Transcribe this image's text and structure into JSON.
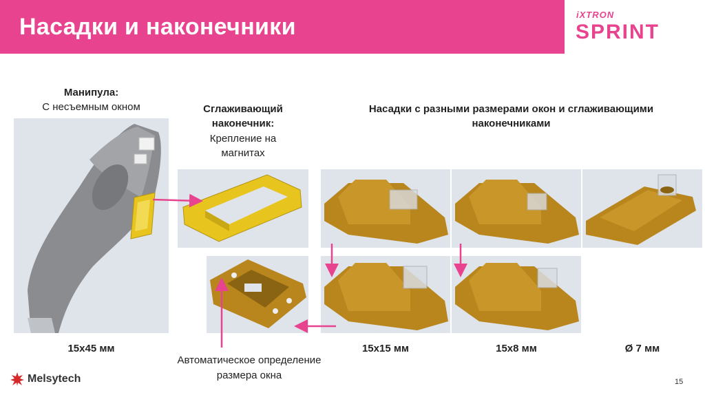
{
  "header": {
    "title": "Насадки и наконечники"
  },
  "brand": {
    "top": "iXTRON",
    "main": "SPRINT"
  },
  "manipula": {
    "title": "Манипула:",
    "subtitle": "С несъемным окном"
  },
  "smoothing": {
    "title_line1": "Сглаживающий",
    "title_line2": "наконечник:",
    "sub_line1": "Крепление на",
    "sub_line2": "магнитах"
  },
  "nozzles": {
    "title_line1": "Насадки с разными размерами окон и сглаживающими",
    "title_line2": "наконечниками"
  },
  "sizes": [
    "15x45 мм",
    "15x15 мм",
    "15x8 мм",
    "Ø 7 мм"
  ],
  "auto": {
    "line1": "Автоматическое определение",
    "line2": "размера окна"
  },
  "footer": {
    "logo": "Melsytech",
    "page": "15"
  },
  "colors": {
    "accent": "#e8438e",
    "yellow": "#e8c41f",
    "gold": "#b8861c"
  }
}
